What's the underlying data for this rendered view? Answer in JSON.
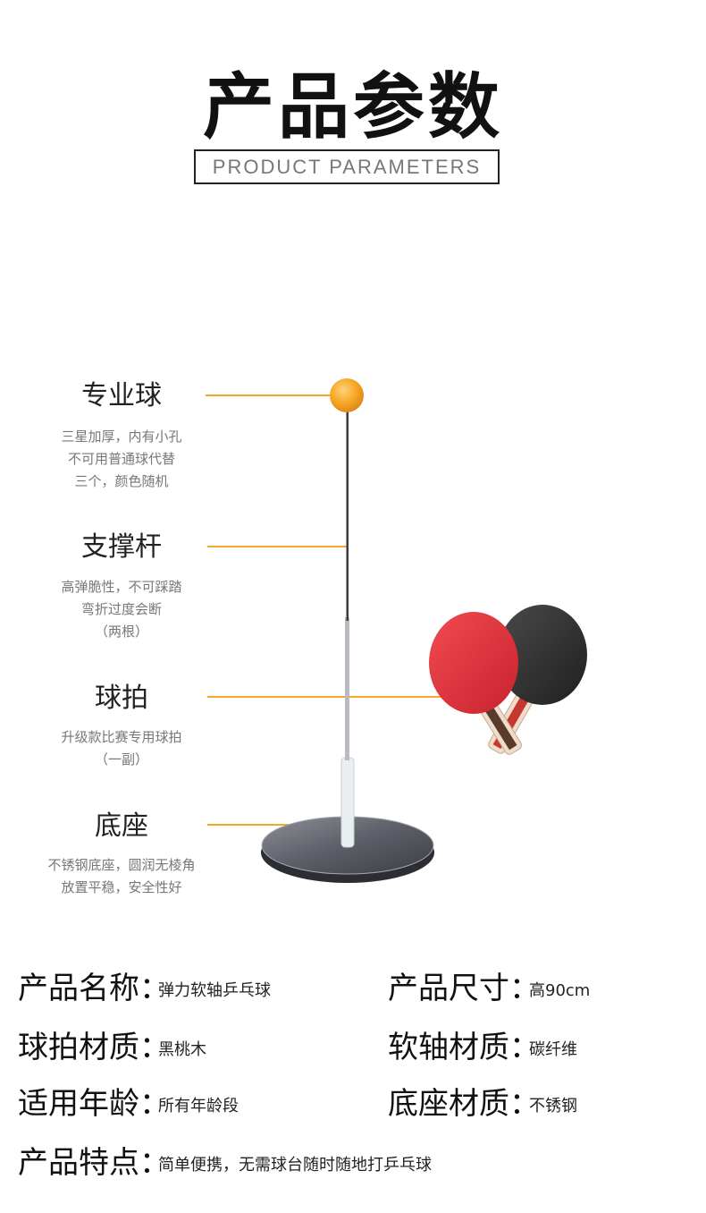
{
  "header": {
    "title": "产品参数",
    "subtitle": "PRODUCT PARAMETERS"
  },
  "accent_color": "#f4a823",
  "features": [
    {
      "title": "专业球",
      "lines": [
        "三星加厚，内有小孔",
        "不可用普通球代替",
        "三个，颜色随机"
      ]
    },
    {
      "title": "支撑杆",
      "lines": [
        "高弹脆性，不可踩踏",
        "弯折过度会断",
        "（两根）"
      ]
    },
    {
      "title": "球拍",
      "lines": [
        "升级款比赛专用球拍",
        "（一副）"
      ]
    },
    {
      "title": "底座",
      "lines": [
        "不锈钢底座，圆润无棱角",
        "放置平稳，安全性好"
      ]
    }
  ],
  "specs": {
    "name_label": "产品名称：",
    "name_value": "弹力软轴乒乓球",
    "size_label": "产品尺寸：",
    "size_value": "高90cm",
    "paddle_label": "球拍材质：",
    "paddle_value": "黑桃木",
    "shaft_label": "软轴材质：",
    "shaft_value": "碳纤维",
    "age_label": "适用年龄：",
    "age_value": "所有年龄段",
    "base_label": "底座材质：",
    "base_value": "不锈钢",
    "feature_label": "产品特点：",
    "feature_value": "简单便携，无需球台随时随地打乒乓球"
  }
}
